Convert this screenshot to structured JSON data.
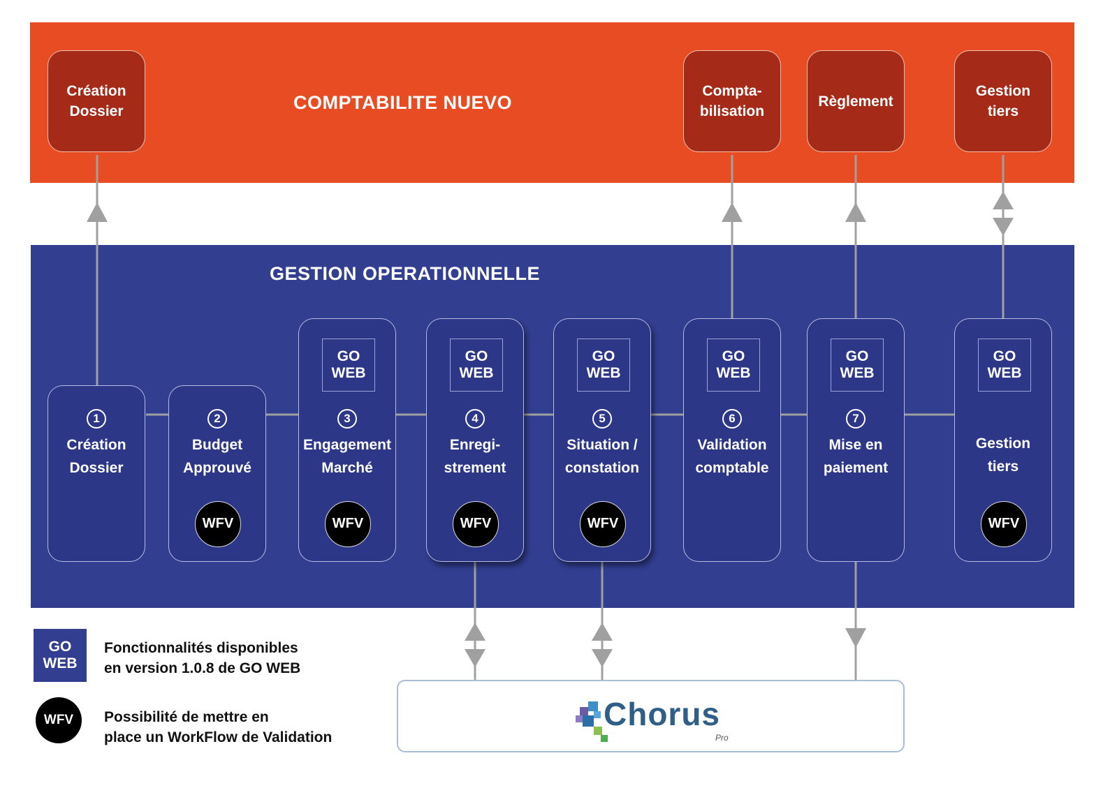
{
  "top_band": {
    "title": "COMPTABILITE NUEVO"
  },
  "mid_band": {
    "title": "GESTION OPERATIONNELLE"
  },
  "nuevo_boxes": [
    {
      "line1": "Création",
      "line2": "Dossier"
    },
    {
      "line1": "Compta-",
      "line2": "bilisation"
    },
    {
      "line1": "Règlement",
      "line2": ""
    },
    {
      "line1": "Gestion",
      "line2": "tiers"
    }
  ],
  "goweb_label": {
    "line1": "GO",
    "line2": "WEB"
  },
  "wfv_label": "WFV",
  "steps": [
    {
      "num": "1",
      "line1": "Création",
      "line2": "Dossier",
      "goweb": false,
      "wfv": false
    },
    {
      "num": "2",
      "line1": "Budget",
      "line2": "Approuvé",
      "goweb": false,
      "wfv": true
    },
    {
      "num": "3",
      "line1": "Engagement",
      "line2": "Marché",
      "goweb": true,
      "wfv": true
    },
    {
      "num": "4",
      "line1": "Enregi-",
      "line2": "strement",
      "goweb": true,
      "wfv": true
    },
    {
      "num": "5",
      "line1": "Situation /",
      "line2": "constation",
      "goweb": true,
      "wfv": true
    },
    {
      "num": "6",
      "line1": "Validation",
      "line2": "comptable",
      "goweb": true,
      "wfv": false
    },
    {
      "num": "7",
      "line1": "Mise en",
      "line2": "paiement",
      "goweb": true,
      "wfv": false
    },
    {
      "num": "",
      "line1": "Gestion",
      "line2": "tiers",
      "goweb": true,
      "wfv": true
    }
  ],
  "chorus": {
    "name": "Chorus",
    "suffix": "Pro"
  },
  "legend": {
    "goweb_line1": "Fonctionnalités disponibles",
    "goweb_line2": "en version 1.0.8 de GO WEB",
    "wfv_line1": "Possibilité de mettre en",
    "wfv_line2": "place un WorkFlow de Validation"
  },
  "colors": {
    "nuevo": "#e84c22",
    "nuevo_box": "#a52a17",
    "gestion": "#323f91",
    "gestion_box": "#2d3787",
    "connector": "#9e9e9e"
  }
}
